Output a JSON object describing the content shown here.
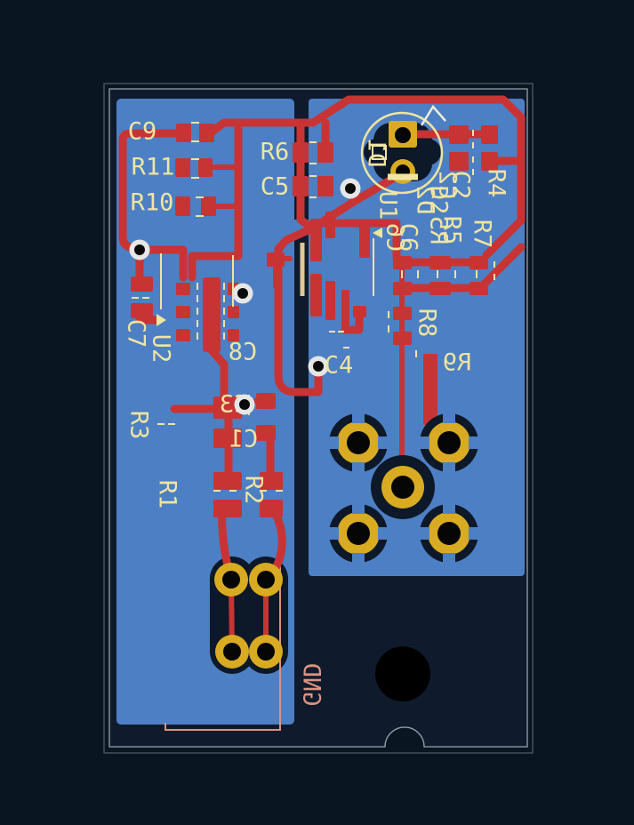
{
  "view": {
    "title": "PCB layout render (copper, zones and silkscreen)",
    "layer_colors": {
      "copper_traces": "#c83434",
      "copper_zone": "#4d7fc4",
      "pad_gold": "#d8ab22",
      "silkscreen_front": "#efe5a0",
      "silkscreen_back": "#dd9380",
      "board_substrate": "#0f1b2d",
      "background": "#0a1522",
      "via_ring": "#e6e6e6"
    }
  },
  "labels": {
    "c9": "C9",
    "r11": "R11",
    "r10": "R10",
    "r6": "R6",
    "c5": "C5",
    "d1": "D1",
    "u1": "U1",
    "d2": "D2",
    "c2": "C2",
    "r4": "R4",
    "c6": "C6",
    "r5": "R5",
    "r7": "R7",
    "r8": "R8",
    "r9": "R9",
    "c7": "C7",
    "u2": "U2",
    "c8": "C8",
    "c4": "C4",
    "c3": "C3",
    "c1": "C1",
    "r3": "R3",
    "r1": "R1",
    "r2": "R2",
    "gnd": "GND"
  }
}
